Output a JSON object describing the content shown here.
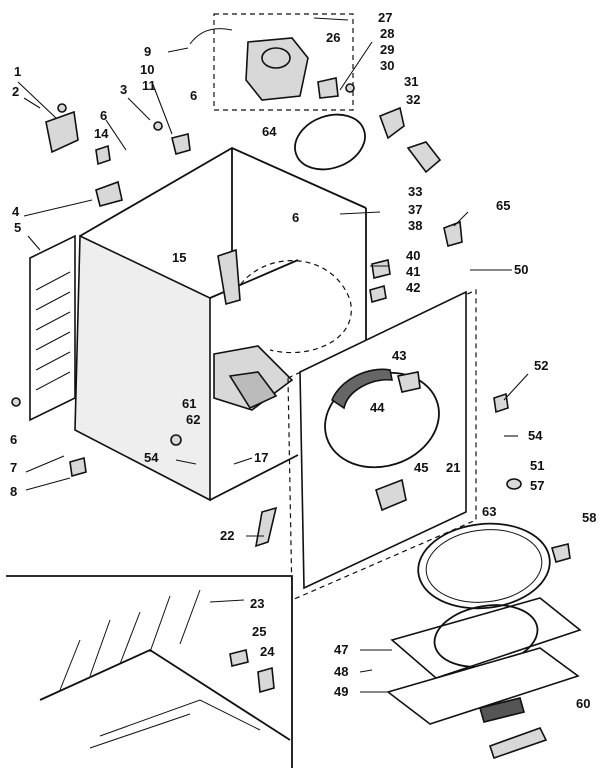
{
  "callouts": [
    {
      "id": "c1",
      "text": "1"
    },
    {
      "id": "c2",
      "text": "2"
    },
    {
      "id": "c3",
      "text": "3"
    },
    {
      "id": "c4",
      "text": "4"
    },
    {
      "id": "c5",
      "text": "5"
    },
    {
      "id": "c6a",
      "text": "6"
    },
    {
      "id": "c6b",
      "text": "6"
    },
    {
      "id": "c6c",
      "text": "6"
    },
    {
      "id": "c6d",
      "text": "6"
    },
    {
      "id": "c7",
      "text": "7"
    },
    {
      "id": "c8",
      "text": "8"
    },
    {
      "id": "c9",
      "text": "9"
    },
    {
      "id": "c10",
      "text": "10"
    },
    {
      "id": "c11",
      "text": "11"
    },
    {
      "id": "c14",
      "text": "14"
    },
    {
      "id": "c15",
      "text": "15"
    },
    {
      "id": "c17",
      "text": "17"
    },
    {
      "id": "c21",
      "text": "21"
    },
    {
      "id": "c22",
      "text": "22"
    },
    {
      "id": "c23",
      "text": "23"
    },
    {
      "id": "c24",
      "text": "24"
    },
    {
      "id": "c25",
      "text": "25"
    },
    {
      "id": "c26",
      "text": "26"
    },
    {
      "id": "c27",
      "text": "27"
    },
    {
      "id": "c28",
      "text": "28"
    },
    {
      "id": "c29",
      "text": "29"
    },
    {
      "id": "c30",
      "text": "30"
    },
    {
      "id": "c31",
      "text": "31"
    },
    {
      "id": "c32",
      "text": "32"
    },
    {
      "id": "c33",
      "text": "33"
    },
    {
      "id": "c37",
      "text": "37"
    },
    {
      "id": "c38",
      "text": "38"
    },
    {
      "id": "c40",
      "text": "40"
    },
    {
      "id": "c41",
      "text": "41"
    },
    {
      "id": "c42",
      "text": "42"
    },
    {
      "id": "c43",
      "text": "43"
    },
    {
      "id": "c44",
      "text": "44"
    },
    {
      "id": "c45",
      "text": "45"
    },
    {
      "id": "c47",
      "text": "47"
    },
    {
      "id": "c48",
      "text": "48"
    },
    {
      "id": "c49",
      "text": "49"
    },
    {
      "id": "c50",
      "text": "50"
    },
    {
      "id": "c51",
      "text": "51"
    },
    {
      "id": "c52",
      "text": "52"
    },
    {
      "id": "c54a",
      "text": "54"
    },
    {
      "id": "c54b",
      "text": "54"
    },
    {
      "id": "c57",
      "text": "57"
    },
    {
      "id": "c58",
      "text": "58"
    },
    {
      "id": "c60",
      "text": "60"
    },
    {
      "id": "c61",
      "text": "61"
    },
    {
      "id": "c62",
      "text": "62"
    },
    {
      "id": "c63",
      "text": "63"
    },
    {
      "id": "c64",
      "text": "64"
    },
    {
      "id": "c65",
      "text": "65"
    }
  ]
}
